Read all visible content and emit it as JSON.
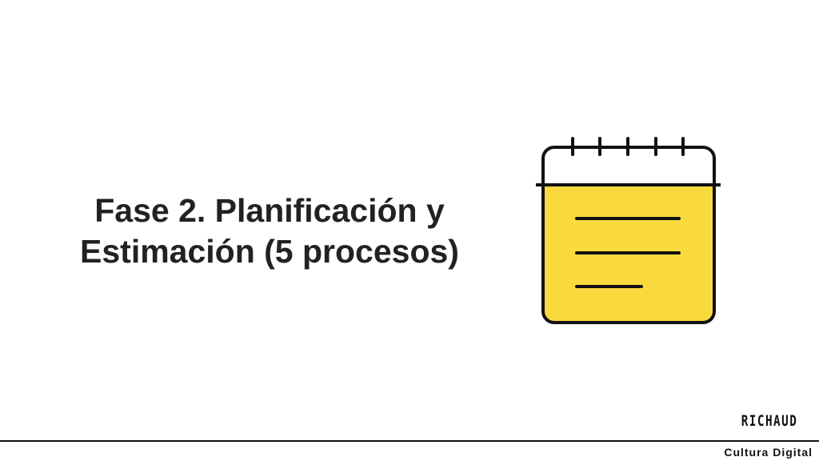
{
  "slide": {
    "title_lines": [
      "Fase 2. Planificación y",
      "Estimación (5 procesos)"
    ],
    "icon": "calendar-notepad-icon",
    "accent_color": "#F9DA3E"
  },
  "footer": {
    "brand": "RICHAUD",
    "subtitle": "Cultura Digital"
  }
}
